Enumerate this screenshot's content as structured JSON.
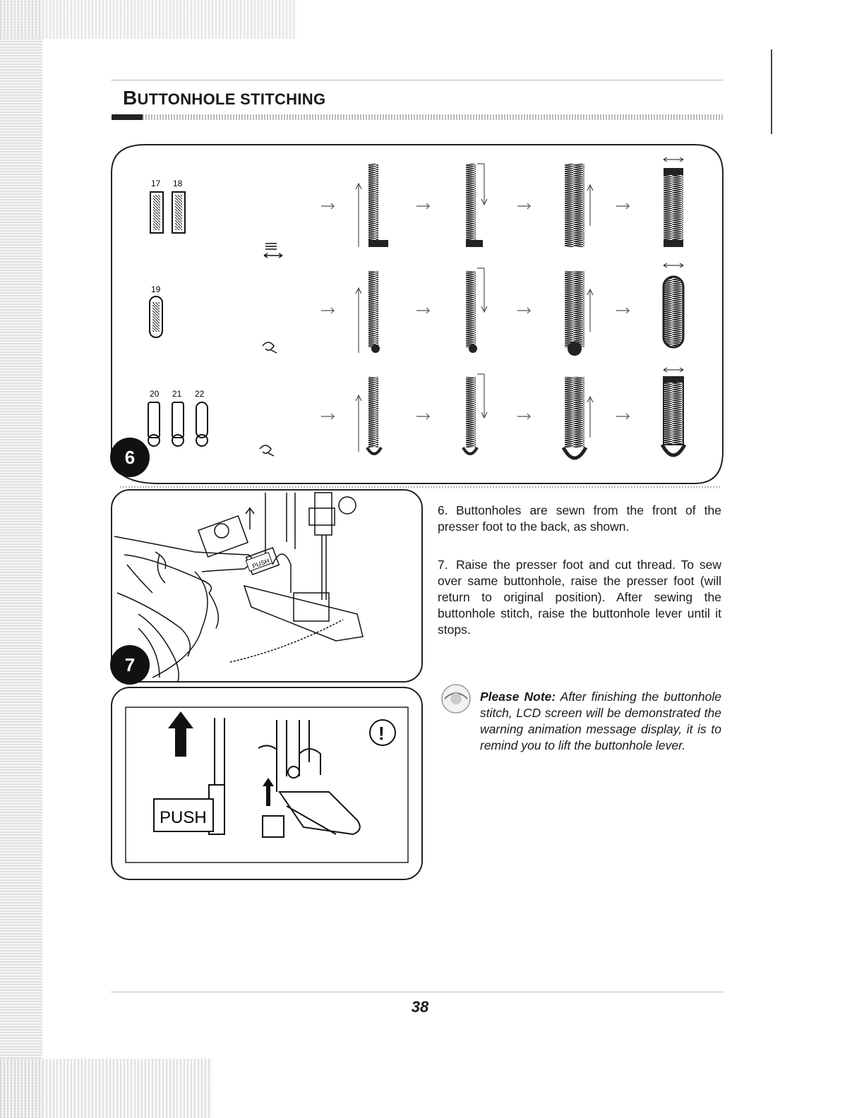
{
  "header": {
    "title_initial": "B",
    "title_rest": "UTTONHOLE STITCHING"
  },
  "diagram": {
    "step_badge": "6",
    "rows": [
      {
        "stitch_numbers": [
          "17",
          "18"
        ]
      },
      {
        "stitch_numbers": [
          "19"
        ]
      },
      {
        "stitch_numbers": [
          "20",
          "21",
          "22"
        ]
      }
    ]
  },
  "figure_step7": {
    "step_badge": "7",
    "foot_label": "PUSH"
  },
  "lcd_figure": {
    "push_label": "PUSH",
    "warning_symbol": "!"
  },
  "instructions": [
    {
      "number": "6.",
      "text": "Buttonholes are sewn from the front of the presser foot to the back, as shown."
    },
    {
      "number": "7.",
      "text": "Raise the presser foot and cut thread. To sew over same buttonhole, raise the presser foot (will return to original position). After sewing the buttonhole stitch, raise the buttonhole lever until it stops."
    }
  ],
  "note": {
    "lead": "Please Note:",
    "text": "After finishing the buttonhole stitch, LCD screen will be demonstrated the warning animation message display, it is to remind you to lift the buttonhole lever."
  },
  "footer": {
    "page_number": "38"
  }
}
